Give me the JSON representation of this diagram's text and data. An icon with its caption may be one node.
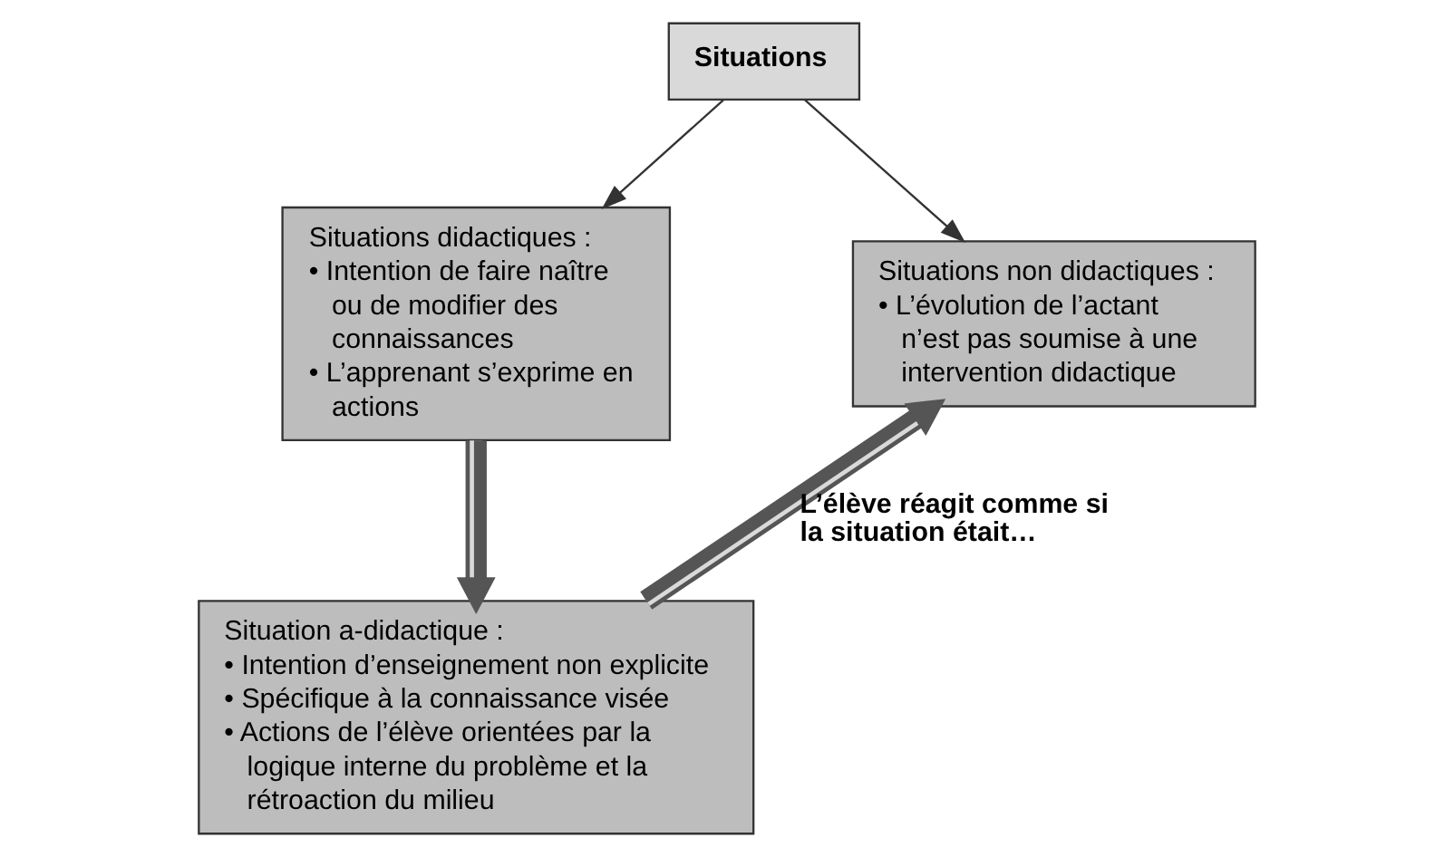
{
  "diagram": {
    "nodes": [
      {
        "text": [
          "Situations"
        ]
      },
      {
        "text": [
          "Situations didactiques :",
          "• Intention de faire naître ou de modifier des connaissances",
          "• L’apprenant s’exprime en actions"
        ]
      },
      {
        "text": [
          "Situations non didactiques :",
          "• L’évolution de l’actant n’est pas soumise à une intervention didactique"
        ]
      },
      {
        "text": [
          "Situation a-didactique :",
          "• Intention d’enseignement non explicite",
          "• Spécifique à la connaissance visée",
          "• Actions de l’élève orientées par la logique interne du problème et la rétroaction du milieu"
        ]
      }
    ],
    "edges": [
      {
        "from": 0,
        "to": 1,
        "arrow": "to"
      },
      {
        "from": 0,
        "to": 2,
        "arrow": "to"
      },
      {
        "from": 1,
        "to": 3,
        "arrow": "to",
        "style": "thick"
      },
      {
        "from": 3,
        "to": 2,
        "arrow": "to",
        "style": "thick",
        "label": "L’élève réagit comme si la situation était…"
      }
    ]
  }
}
